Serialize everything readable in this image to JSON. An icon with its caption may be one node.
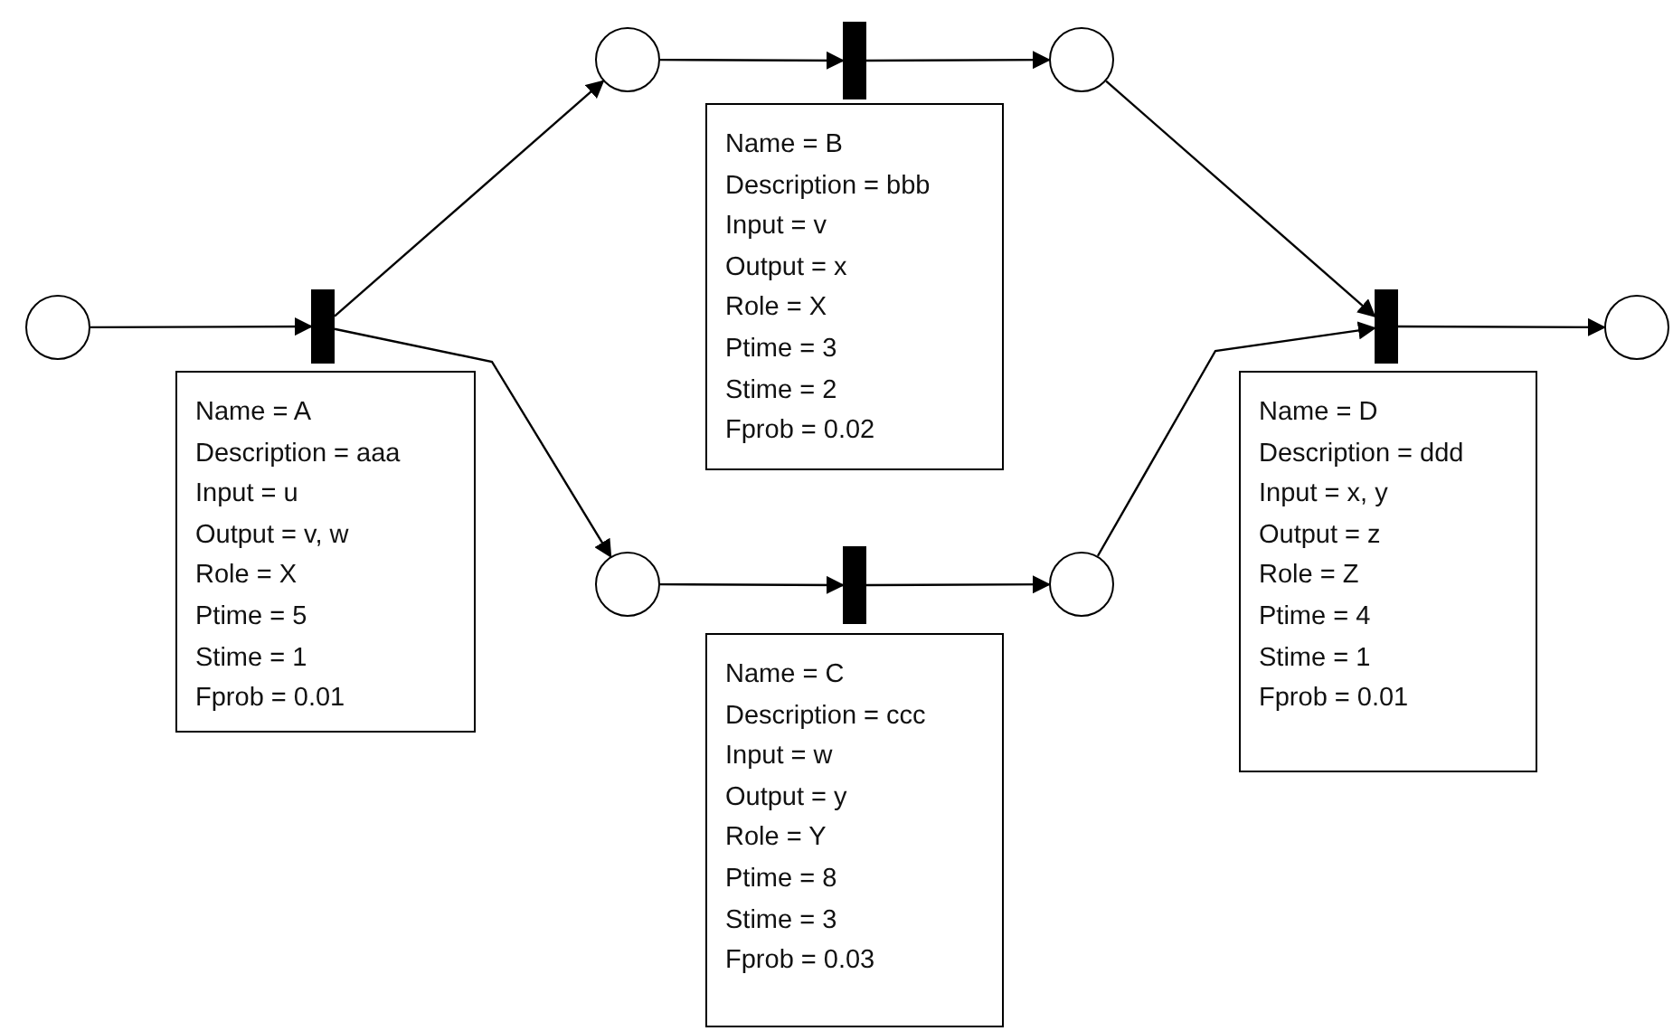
{
  "diagram": {
    "nodes": [
      {
        "text": [],
        "shape": "circle"
      },
      {
        "text": [],
        "shape": "bar"
      },
      {
        "text": [
          "Name = A",
          "Description = aaa",
          "Input = u",
          "Output = v, w",
          "Role = X",
          "Ptime = 5",
          "Stime = 1",
          "Fprob = 0.01"
        ]
      },
      {
        "text": [],
        "shape": "circle"
      },
      {
        "text": [],
        "shape": "circle"
      },
      {
        "text": [],
        "shape": "bar"
      },
      {
        "text": [
          "Name = B",
          "Description = bbb",
          "Input = v",
          "Output = x",
          "Role = X",
          "Ptime = 3",
          "Stime = 2",
          "Fprob = 0.02"
        ]
      },
      {
        "text": [],
        "shape": "bar"
      },
      {
        "text": [
          "Name = C",
          "Description = ccc",
          "Input = w",
          "Output = y",
          "Role = Y",
          "Ptime = 8",
          "Stime = 3",
          "Fprob = 0.03"
        ]
      },
      {
        "text": [],
        "shape": "circle"
      },
      {
        "text": [],
        "shape": "circle"
      },
      {
        "text": [],
        "shape": "bar"
      },
      {
        "text": [
          "Name = D",
          "Description = ddd",
          "Input = x, y",
          "Output = z",
          "Role = Z",
          "Ptime = 4",
          "Stime = 1",
          "Fprob = 0.01"
        ]
      },
      {
        "text": [],
        "shape": "circle"
      }
    ],
    "edges": [
      {
        "from": 0,
        "to": 1,
        "arrow": "to"
      },
      {
        "from": 1,
        "to": 3,
        "arrow": "to"
      },
      {
        "from": 1,
        "to": 4,
        "arrow": "to"
      },
      {
        "from": 3,
        "to": 5,
        "arrow": "to"
      },
      {
        "from": 5,
        "to": 9,
        "arrow": "to"
      },
      {
        "from": 4,
        "to": 7,
        "arrow": "to"
      },
      {
        "from": 7,
        "to": 10,
        "arrow": "to"
      },
      {
        "from": 9,
        "to": 11,
        "arrow": "to"
      },
      {
        "from": 10,
        "to": 11,
        "arrow": "to"
      },
      {
        "from": 11,
        "to": 13,
        "arrow": "to"
      }
    ]
  }
}
